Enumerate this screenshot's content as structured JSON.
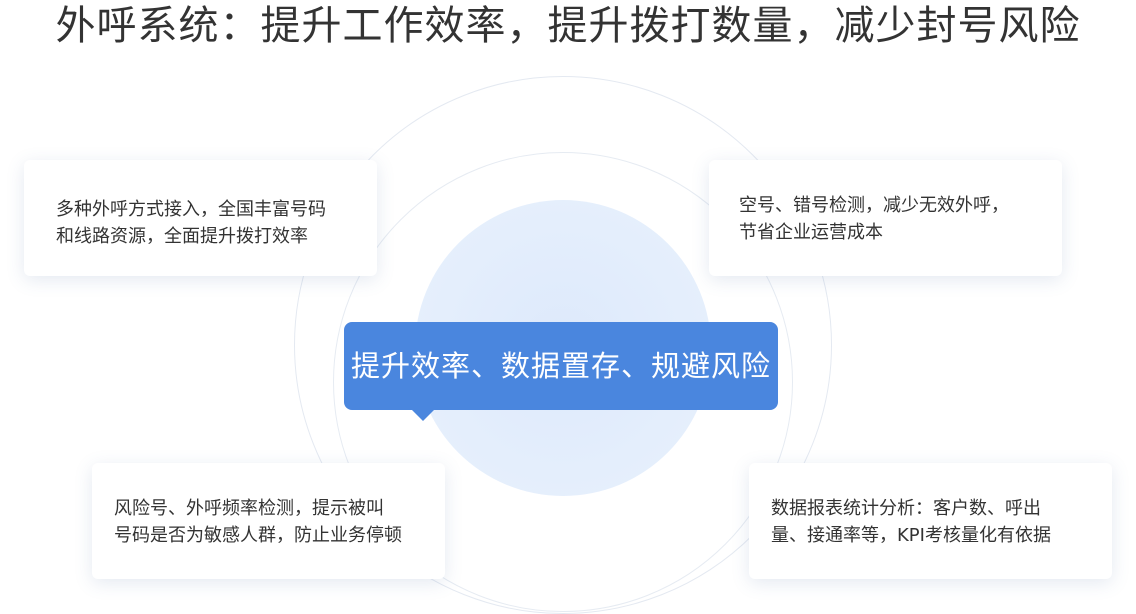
{
  "title": "外呼系统：提升工作效率，提升拨打数量，减少封号风险",
  "center": {
    "label": "提升效率、数据置存、规避风险",
    "color": "#4a86de"
  },
  "cards": {
    "top_left": [
      "多种外呼方式接入，全国丰富号码",
      "和线路资源，全面提升拨打效率"
    ],
    "top_right": [
      "空号、错号检测，减少无效外呼，",
      "节省企业运营成本"
    ],
    "bottom_left": [
      "风险号、外呼频率检测，提示被叫",
      "号码是否为敏感人群，防止业务停顿"
    ],
    "bottom_right": [
      "数据报表统计分析：客户数、呼出",
      "量、接通率等，KPI考核量化有依据"
    ]
  }
}
